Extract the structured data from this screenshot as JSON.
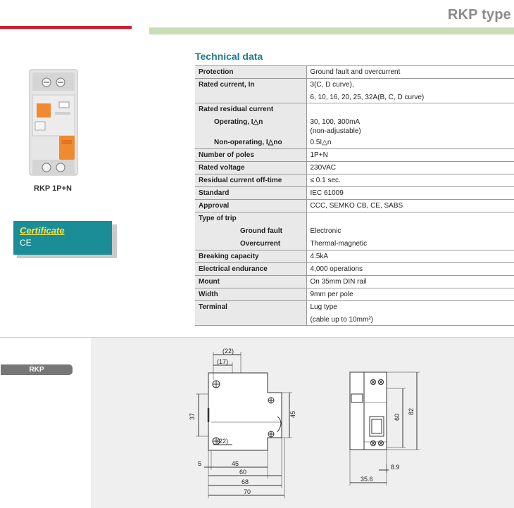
{
  "header": {
    "title": "RKP type"
  },
  "product": {
    "caption": "RKP 1P+N"
  },
  "certificate": {
    "label": "Certificate",
    "value": "CE"
  },
  "technical_data": {
    "title": "Technical data",
    "rows": [
      {
        "label": "Protection",
        "value": "Ground fault and overcurrent"
      },
      {
        "label": "Rated current, In",
        "value": "3(C, D curve),",
        "value2": "6, 10, 16, 20, 25, 32A(B, C, D curve)"
      },
      {
        "label": "Rated residual current",
        "value": ""
      },
      {
        "label": "Operating, I△n",
        "value": "30, 100, 300mA",
        "value2": "(non-adjustable)"
      },
      {
        "label": "Non-operating, I△no",
        "value": "0.5I△n"
      },
      {
        "label": "Number of poles",
        "value": "1P+N"
      },
      {
        "label": "Rated voltage",
        "value": "230VAC"
      },
      {
        "label": "Residual current off-time",
        "value": "≤ 0.1 sec."
      },
      {
        "label": "Standard",
        "value": "IEC 61009"
      },
      {
        "label": "Approval",
        "value": "CCC, SEMKO CB, CE, SABS"
      },
      {
        "label": "Type of trip",
        "value": ""
      },
      {
        "label": "Ground fault",
        "value": "Electronic"
      },
      {
        "label": "Overcurrent",
        "value": "Thermal-magnetic"
      },
      {
        "label": "Breaking capacity",
        "value": "4.5kA"
      },
      {
        "label": "Electrical endurance",
        "value": "4,000 operations"
      },
      {
        "label": "Mount",
        "value": "On 35mm DIN rail"
      },
      {
        "label": "Width",
        "value": "9mm per pole"
      },
      {
        "label": "Terminal",
        "value": "Lug type",
        "value2": "(cable up to 10mm²)"
      }
    ]
  },
  "section_tag": "RKP",
  "dimensions": {
    "front": {
      "d22_top": "(22)",
      "d17": "(17)",
      "d22_bottom": "(22)",
      "d37": "37",
      "d45_vert": "45",
      "d5": "5",
      "d45": "45",
      "d60": "60",
      "d68": "68",
      "d70": "70"
    },
    "side": {
      "d60": "60",
      "d82": "82",
      "d8_9": "8.9",
      "d35_6": "35.6"
    }
  }
}
